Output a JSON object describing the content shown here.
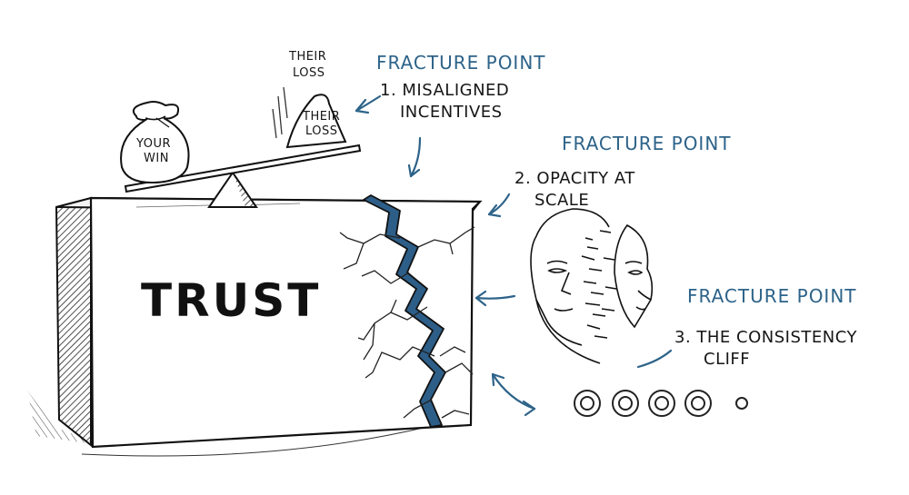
{
  "block": {
    "label": "TRUST"
  },
  "scale": {
    "left_bag": {
      "line1": "YOUR",
      "line2": "WIN"
    },
    "right_weight": {
      "line1": "THEIR",
      "line2": "LOSS"
    },
    "top_label": {
      "line1": "THEIR",
      "line2": "LOSS"
    }
  },
  "fracture_points": [
    {
      "header": "FRACTURE POINT",
      "line1": "1. MISALIGNED",
      "line2": "INCENTIVES"
    },
    {
      "header": "FRACTURE POINT",
      "line1": "2. OPACITY AT",
      "line2": "SCALE"
    },
    {
      "header": "FRACTURE POINT",
      "line1": "3. THE CONSISTENCY",
      "line2": "CLIFF"
    }
  ],
  "colors": {
    "accent": "#2d6389",
    "ink": "#161616",
    "background": "#ffffff"
  }
}
